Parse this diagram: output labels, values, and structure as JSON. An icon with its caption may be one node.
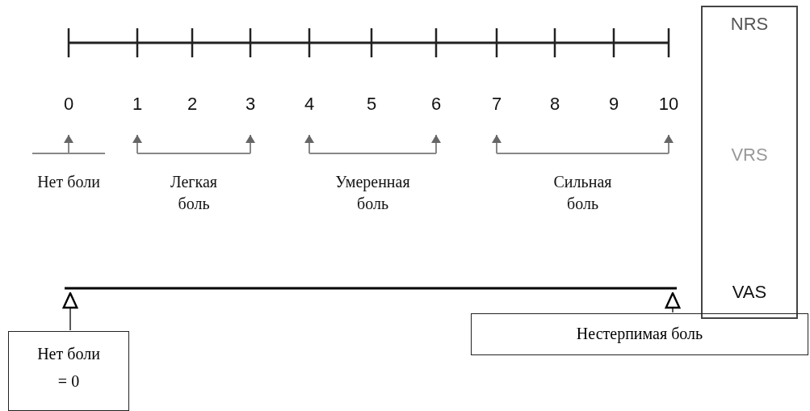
{
  "diagram": {
    "nodes": [
      {
        "text": [
          "NRS",
          "VRS",
          "VAS"
        ]
      },
      {
        "text": [],
        "shape": "line"
      },
      {
        "text": [
          "Нет боли = 0"
        ]
      },
      {
        "text": [
          "Нестерпимая боль"
        ]
      }
    ],
    "edges": [
      {
        "from": 2,
        "to": 1,
        "arrow": "to"
      },
      {
        "from": 3,
        "to": 1,
        "arrow": "to"
      }
    ],
    "labels": [
      "0",
      "1",
      "2",
      "3",
      "4",
      "5",
      "6",
      "7",
      "8",
      "9",
      "10",
      "Нет боли",
      "Легкая боль",
      "Умеренная боль",
      "Сильная боль"
    ]
  }
}
